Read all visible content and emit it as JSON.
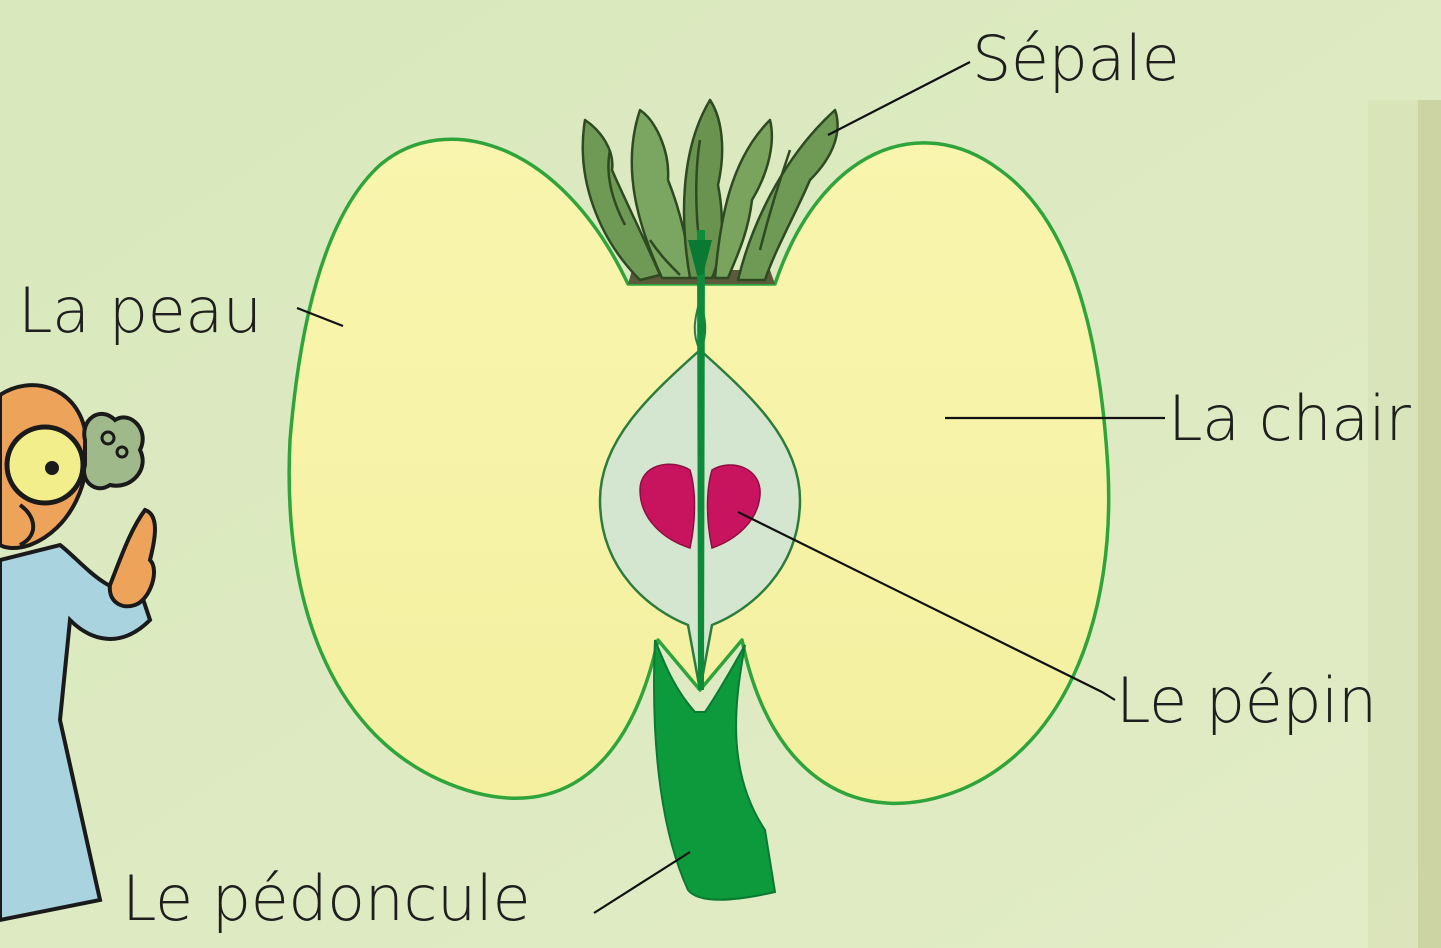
{
  "labels": {
    "sepal": "Sépale",
    "skin": "La peau",
    "flesh": "La chair",
    "seed": "Le pépin",
    "stalk": "Le pédoncule"
  },
  "colors": {
    "background": "#dde9c0",
    "flesh": "#f6f3a6",
    "skin_outline": "#2fa43a",
    "core": "#d4e6cf",
    "seed": "#c8145e",
    "stalk": "#0d9a3c",
    "sepal": "#6f9a55",
    "leader_line": "#111111"
  },
  "icons": {
    "mascot": "scientist-mascot-icon"
  }
}
